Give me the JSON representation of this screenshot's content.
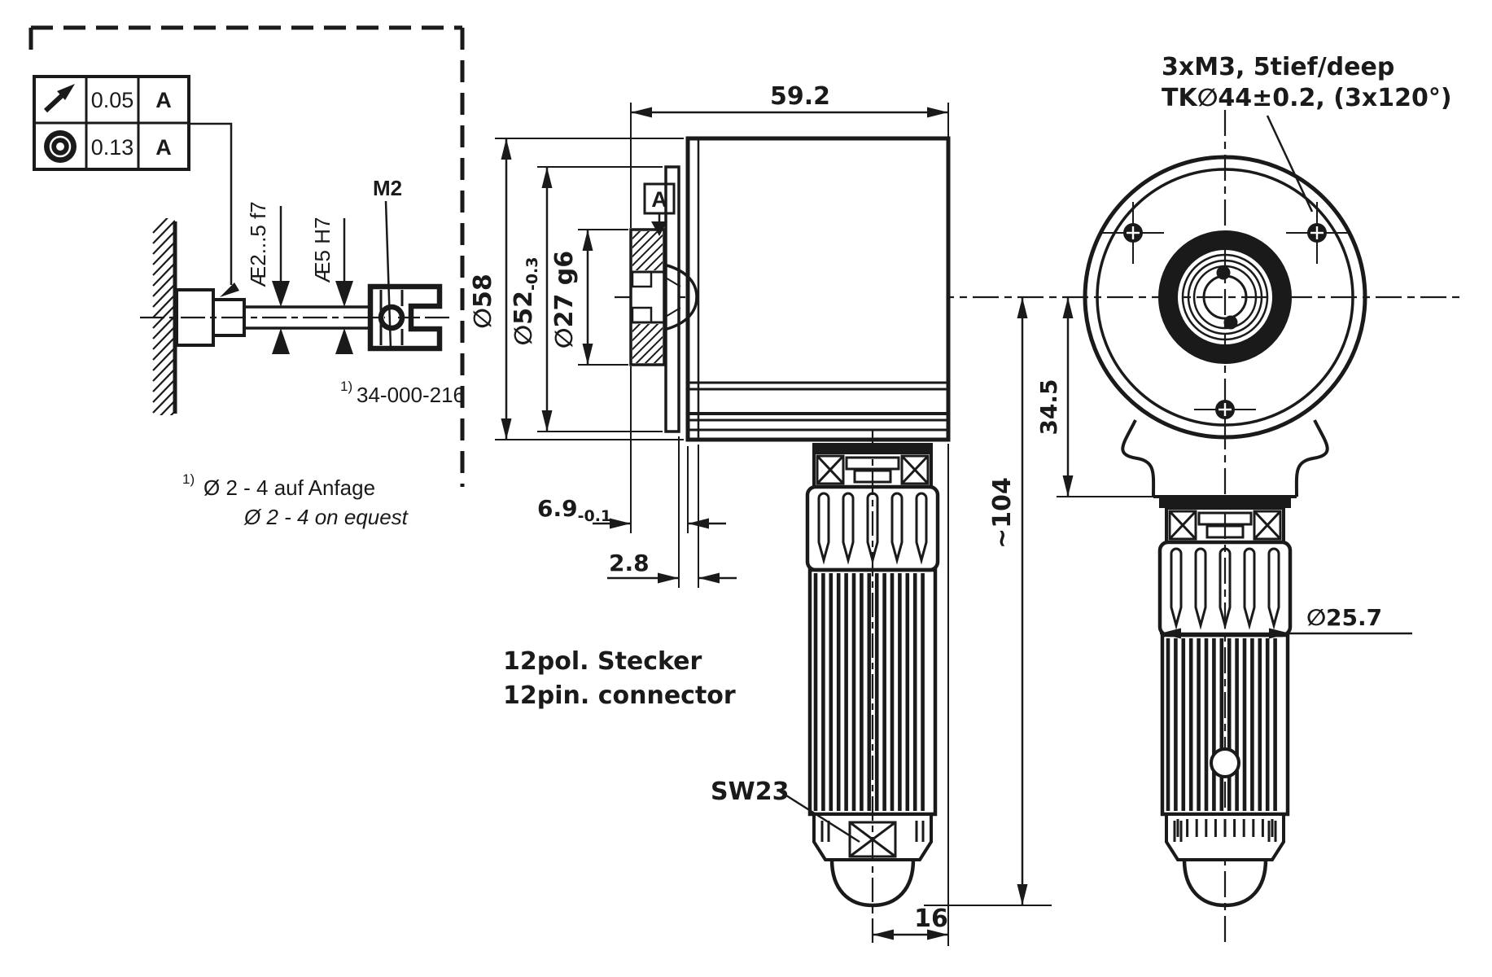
{
  "colors": {
    "ink": "#1a1a1a",
    "background": "#ffffff"
  },
  "detail_box": {
    "tolerance_frame": {
      "rows": [
        {
          "icon": "circular-runout-icon",
          "value": "0.05",
          "datum": "A"
        },
        {
          "icon": "concentricity-icon",
          "value": "0.13",
          "datum": "A"
        }
      ]
    },
    "labels": {
      "thread": "M2",
      "coupling_ref_sup": "1)",
      "coupling_ref": "34-000-216",
      "shaft_dia_small": "Æ2...5 f7",
      "shaft_dia_large": "Æ5 H7"
    },
    "notes": {
      "sup": "1)",
      "line1_de": "Ø 2 - 4 auf Anfage",
      "line2_en": "Ø 2 - 4 on equest"
    }
  },
  "side_view": {
    "datum_flag": "A",
    "dims": {
      "width": "59.2",
      "dia_body": "∅58",
      "dia_flange_main": "∅52",
      "dia_flange_sub": "-0.3",
      "dia_spigot": "∅27 g6",
      "spigot_len_main": "6.9",
      "spigot_len_sub": "-0.1",
      "flange_thickness": "2.8",
      "total_height": "~104",
      "connector_offset": "16",
      "wrench_size": "SW23"
    },
    "connector_note": {
      "line1": "12pol. Stecker",
      "line2": "12pin. connector"
    }
  },
  "front_view": {
    "mounting_note": {
      "line1": "3xM3, 5tief/deep",
      "line2": "TK∅44±0.2, (3x120°)"
    },
    "dims": {
      "axis_to_flat": "34.5",
      "connector_dia": "∅25.7"
    }
  }
}
